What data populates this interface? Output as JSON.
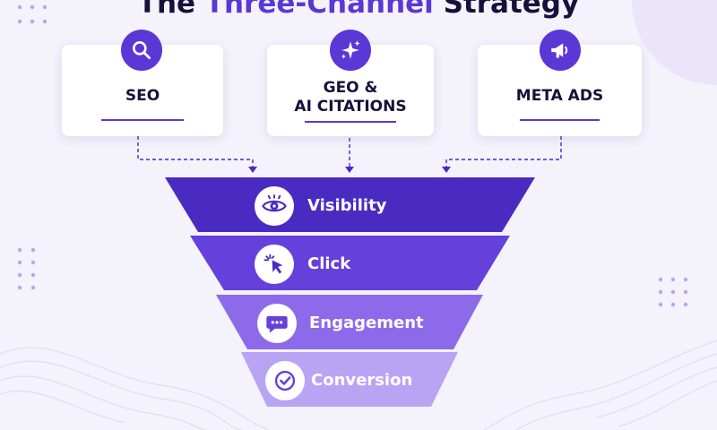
{
  "title": {
    "part1": "The ",
    "accent": "Three-Channel",
    "part2": " Strategy"
  },
  "channels": [
    {
      "label": "SEO",
      "icon": "search-icon"
    },
    {
      "label_line1": "GEO &",
      "label_line2": "AI CITATIONS",
      "icon": "sparkles-icon"
    },
    {
      "label": "META ADS",
      "icon": "megaphone-icon"
    }
  ],
  "funnel": [
    {
      "label": "Visibility",
      "icon": "eye-icon",
      "color": "#4a2bc2"
    },
    {
      "label": "Click",
      "icon": "cursor-click-icon",
      "color": "#6540db"
    },
    {
      "label": "Engagement",
      "icon": "chat-bubble-icon",
      "color": "#8d6ae9"
    },
    {
      "label": "Conversion",
      "icon": "check-circle-icon",
      "color": "#b9a4f4"
    }
  ],
  "colors": {
    "accent": "#5b37d6",
    "dark_text": "#16113a",
    "background": "#f4f2fa"
  }
}
